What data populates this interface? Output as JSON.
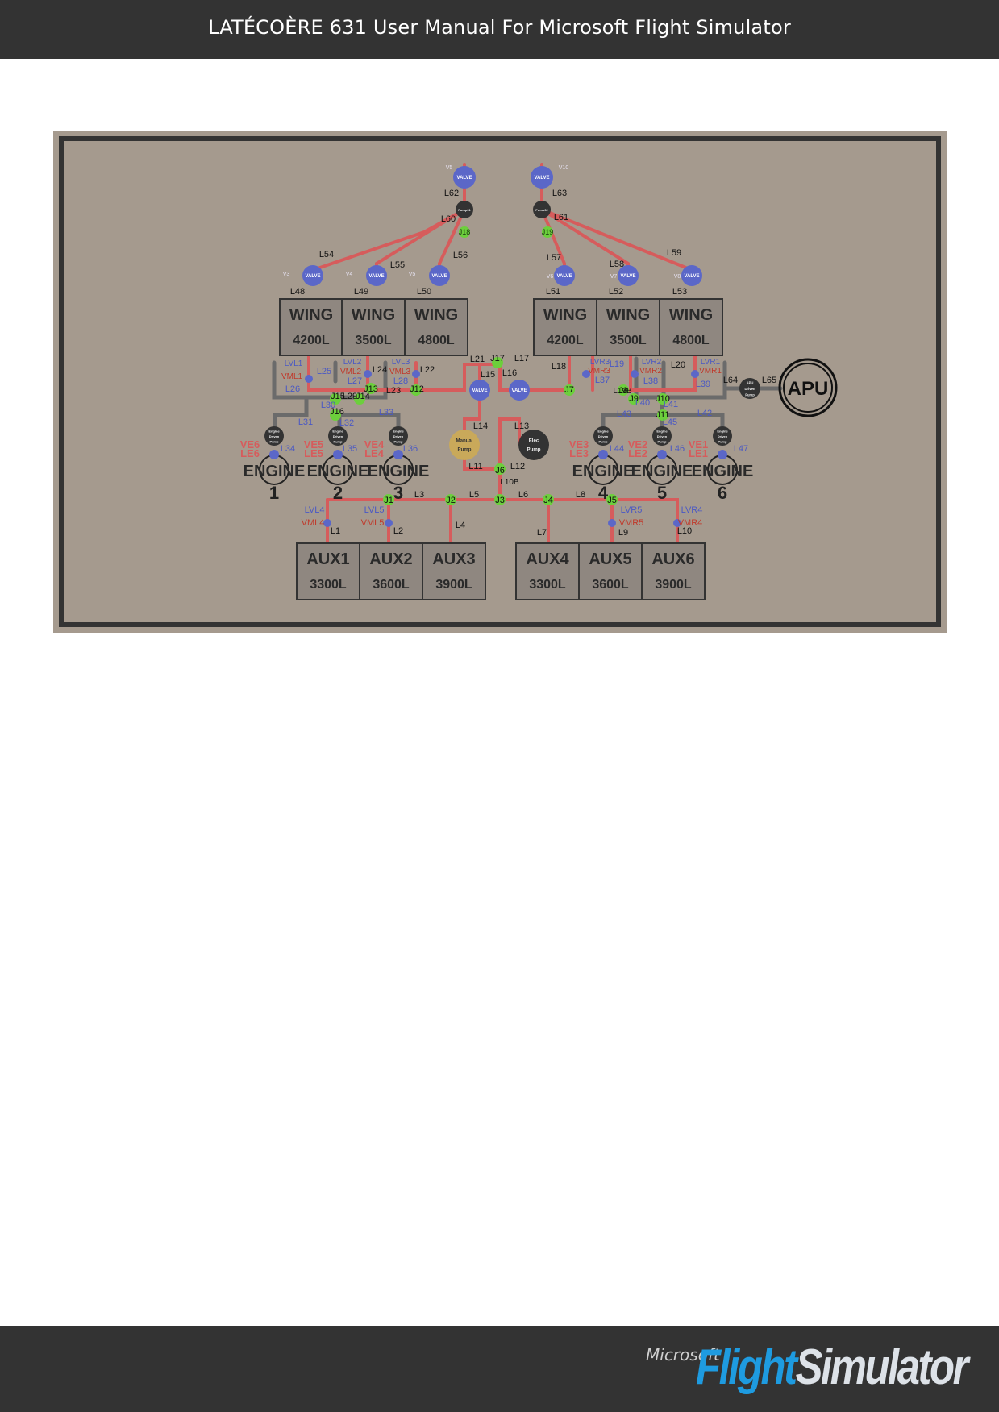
{
  "header": {
    "title": "LATÉCOÈRE 631 User Manual For Microsoft Flight Simulator"
  },
  "footer": {
    "logo_small": "Microsoft",
    "logo_word1": "Flight",
    "logo_word2": "Simulator"
  },
  "colors": {
    "bar": "#333333",
    "panel": "#a59a8e",
    "pipe_red": "#d65c5c",
    "pipe_grey": "#6b6b6b",
    "valve": "#5b67c8",
    "junction": "#6ccf3c",
    "pump": "#333333",
    "manual_pump": "#c9a95a"
  },
  "diagram": {
    "tanks_wing_left": [
      {
        "label": "WING",
        "cap": "4200L"
      },
      {
        "label": "WING",
        "cap": "3500L"
      },
      {
        "label": "WING",
        "cap": "4800L"
      }
    ],
    "tanks_wing_right": [
      {
        "label": "WING",
        "cap": "4200L"
      },
      {
        "label": "WING",
        "cap": "3500L"
      },
      {
        "label": "WING",
        "cap": "4800L"
      }
    ],
    "tanks_aux_left": [
      {
        "label": "AUX1",
        "cap": "3300L"
      },
      {
        "label": "AUX2",
        "cap": "3600L"
      },
      {
        "label": "AUX3",
        "cap": "3900L"
      }
    ],
    "tanks_aux_right": [
      {
        "label": "AUX4",
        "cap": "3300L"
      },
      {
        "label": "AUX5",
        "cap": "3600L"
      },
      {
        "label": "AUX6",
        "cap": "3900L"
      }
    ],
    "engine_word": "ENGINE",
    "engine_numbers": [
      "1",
      "2",
      "3",
      "4",
      "5",
      "6"
    ],
    "engine_pump_label": [
      "Engine",
      "Driven",
      "Pump"
    ],
    "apu_label": "APU",
    "apu_pump_label": [
      "APU",
      "Driven",
      "Pump"
    ],
    "manual_pump_label": [
      "Manual",
      "Pump"
    ],
    "elec_pump_label": [
      "Elec",
      "Pump"
    ],
    "valve_label": "VALVE",
    "pump01_label": "Pump01",
    "pump02_label": "Pump02",
    "engine_valve_labels": [
      {
        "ve": "VE6",
        "le": "LE6"
      },
      {
        "ve": "VE5",
        "le": "LE5"
      },
      {
        "ve": "VE4",
        "le": "LE4"
      },
      {
        "ve": "VE3",
        "le": "LE3"
      },
      {
        "ve": "VE2",
        "le": "LE2"
      },
      {
        "ve": "VE1",
        "le": "LE1"
      }
    ],
    "line_labels_top": [
      "L62",
      "L60",
      "L63",
      "L61",
      "L54",
      "L55",
      "L56",
      "L57",
      "L58",
      "L59",
      "L48",
      "L49",
      "L50",
      "L51",
      "L52",
      "L53"
    ],
    "valve_ids_top": [
      "V5",
      "V10",
      "V3",
      "V4",
      "V5",
      "V6",
      "V7",
      "V8"
    ],
    "mid_labels": [
      "LVL1",
      "VML1",
      "L25",
      "L26",
      "LVL2",
      "VML2",
      "L27",
      "L24",
      "LVL3",
      "VML3",
      "L28",
      "L22",
      "L21",
      "J17",
      "L17",
      "L15",
      "L16",
      "L18",
      "LVR3",
      "VMR3",
      "L37",
      "L19",
      "LVR2",
      "VMR2",
      "L38",
      "L20",
      "LVR1",
      "VMR1",
      "L39",
      "L64",
      "L65",
      "L23",
      "J13",
      "J12",
      "J7",
      "L19B",
      "J8",
      "J15",
      "J14",
      "L29",
      "J16",
      "L30",
      "L31",
      "L32",
      "L33",
      "J9",
      "J10",
      "L40",
      "L41",
      "J11",
      "L43",
      "L45",
      "L42",
      "L14",
      "L13",
      "L34",
      "L35",
      "L36",
      "L44",
      "L46",
      "L47",
      "L11",
      "J6",
      "L12",
      "L10B"
    ],
    "bottom_labels": [
      "J1",
      "L3",
      "J2",
      "L5",
      "J3",
      "L6",
      "J4",
      "L8",
      "J5",
      "LVL4",
      "VML4",
      "L1",
      "LVL5",
      "VML5",
      "L2",
      "L4",
      "L7",
      "LVR5",
      "VMR5",
      "L9",
      "LVR4",
      "VMR4",
      "L10"
    ],
    "junction_labels": [
      "J18",
      "J19"
    ]
  }
}
